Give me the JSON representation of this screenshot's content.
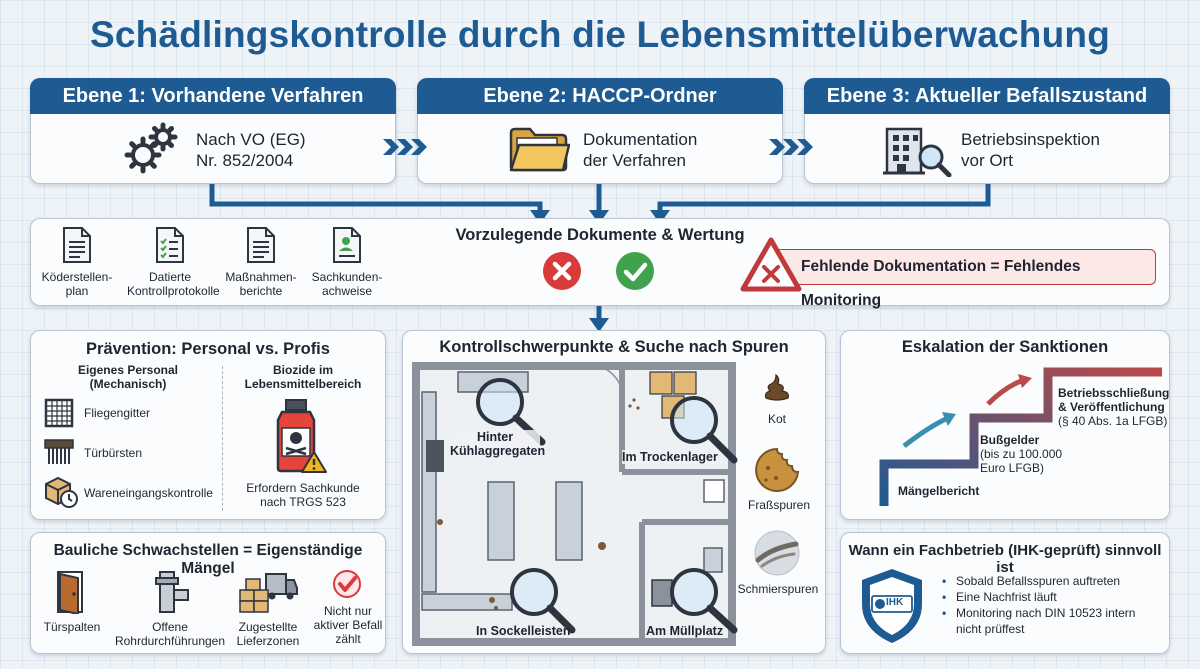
{
  "title": "Schädlingskontrolle durch die Lebensmittelüberwachung",
  "levels": [
    {
      "header": "Ebene 1: Vorhandene Verfahren",
      "line1": "Nach VO (EG)",
      "line2": "Nr. 852/2004",
      "icon": "gears-icon"
    },
    {
      "header": "Ebene 2: HACCP-Ordner",
      "line1": "Dokumentation",
      "line2": "der Verfahren",
      "icon": "folder-icon"
    },
    {
      "header": "Ebene 3: Aktueller Befallszustand",
      "line1": "Betriebsinspektion",
      "line2": "vor Ort",
      "icon": "building-magnifier-icon"
    }
  ],
  "documents": {
    "title": "Vorzulegende Dokumente & Wertung",
    "items": [
      {
        "l1": "Köderstellen-",
        "l2": "plan"
      },
      {
        "l1": "Datierte",
        "l2": "Kontrollprotokolle"
      },
      {
        "l1": "Maßnahmen-",
        "l2": "berichte"
      },
      {
        "l1": "Sachkunden-",
        "l2": "achweise"
      }
    ],
    "warning": "Fehlende Dokumentation = Fehlendes Monitoring"
  },
  "prevention": {
    "title": "Prävention: Personal vs. Profis",
    "own_title1": "Eigenes Personal",
    "own_title2": "(Mechanisch)",
    "own_items": [
      "Fliegengitter",
      "Türbürsten",
      "Wareneingangskontrolle"
    ],
    "bio_title1": "Biozide im",
    "bio_title2": "Lebensmittelbereich",
    "bio_note1": "Erfordern Sachkunde",
    "bio_note2": "nach TRGS 523"
  },
  "structural": {
    "title": "Bauliche Schwachstellen = Eigenständige Mängel",
    "items": [
      {
        "l1": "Türspalten",
        "l2": "",
        "l3": ""
      },
      {
        "l1": "Offene",
        "l2": "Rohrdurchführungen",
        "l3": ""
      },
      {
        "l1": "Zugestellte",
        "l2": "Lieferzonen",
        "l3": ""
      },
      {
        "l1": "Nicht nur",
        "l2": "aktiver Befall",
        "l3": "zählt"
      }
    ]
  },
  "focus": {
    "title": "Kontrollschwerpunkte & Suche nach Spuren",
    "spots": {
      "cooling1": "Hinter",
      "cooling2": "Kühlaggregaten",
      "dry": "Im Trockenlager",
      "skirting": "In Sockelleisten",
      "waste": "Am Müllplatz"
    },
    "traces": [
      "Kot",
      "Fraßspuren",
      "Schmierspuren"
    ]
  },
  "escalation": {
    "title": "Eskalation der Sanktionen",
    "step1": "Mängelbericht",
    "step2_l1": "Bußgelder",
    "step2_l2": "(bis zu 100.000",
    "step2_l3": "Euro LFGB)",
    "step3_l1": "Betriebsschließung",
    "step3_l2": "& Veröffentlichung",
    "step3_l3": "(§ 40 Abs. 1a LFGB)"
  },
  "ihk": {
    "title": "Wann ein Fachbetrieb (IHK-geprüft) sinnvoll ist",
    "badge": "IHK",
    "bullets": [
      "Sobald Befallsspuren auftreten",
      "Eine Nachfrist läuft",
      "Monitoring nach DIN 10523 intern",
      "nicht prüffest"
    ]
  },
  "colors": {
    "primary": "#1f5b93",
    "danger": "#d93b3b",
    "success": "#3fa34d",
    "warning": "#f2b51c"
  }
}
